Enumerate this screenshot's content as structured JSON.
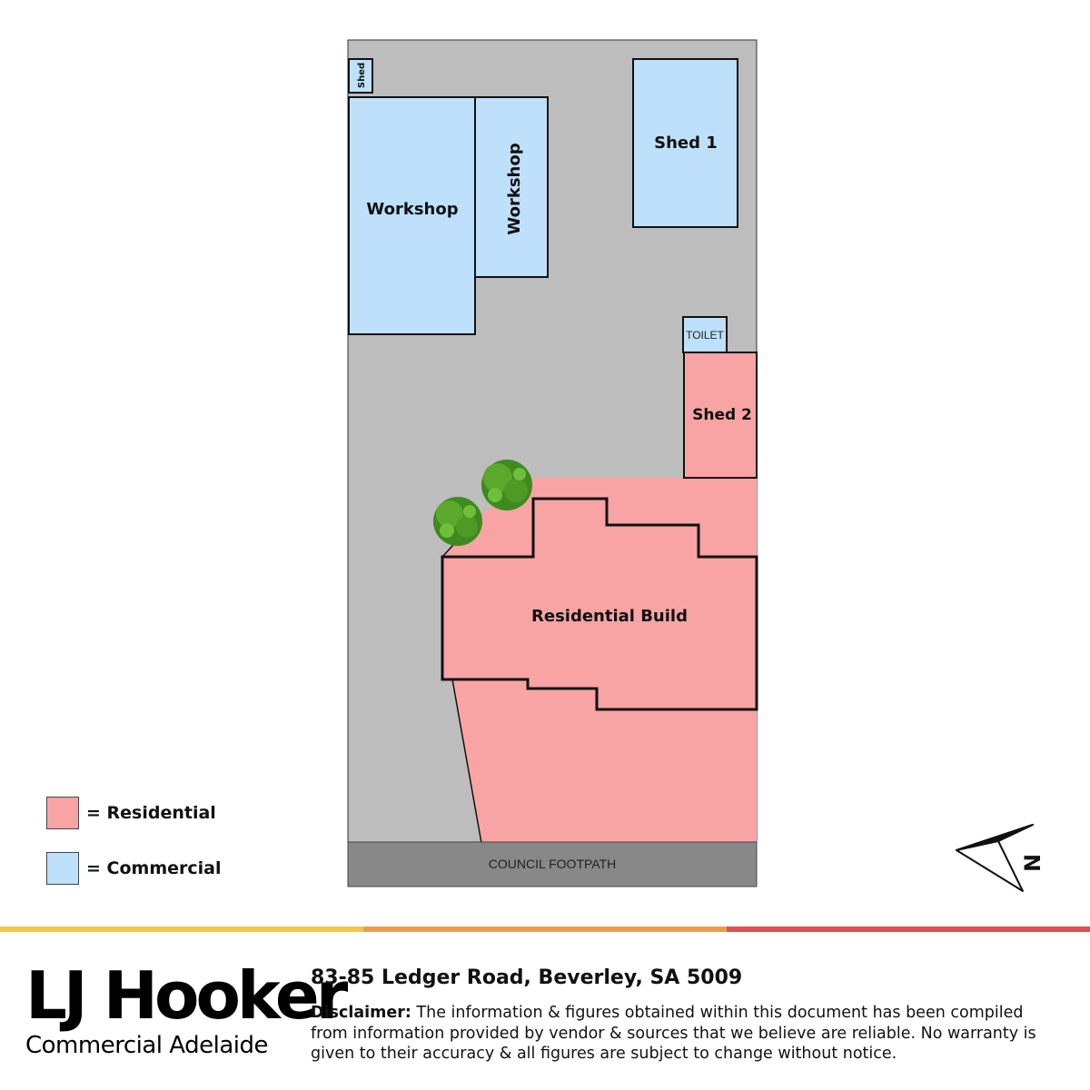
{
  "site_plan": {
    "labels": {
      "shed_small": "Shed",
      "workshop_1": "Workshop",
      "workshop_2": "Workshop",
      "shed_1": "Shed 1",
      "toilet": "TOILET",
      "shed_2": "Shed 2",
      "residential_build": "Residential Build",
      "council_footpath": "COUNCIL FOOTPATH"
    },
    "compass": {
      "letter": "N"
    },
    "colors": {
      "residential": "#f9a4a4",
      "commercial": "#bee0fb",
      "site_ground": "#bdbdbd",
      "footpath": "#888888",
      "outline": "#111111"
    }
  },
  "legend": {
    "residential": "= Residential",
    "commercial": "= Commercial"
  },
  "footer": {
    "stripe_colors": [
      "#f6c545",
      "#f29a45",
      "#e34e53"
    ],
    "brand_name": "LJ Hooker",
    "brand_sub": "Commercial Adelaide",
    "address": "83-85 Ledger Road, Beverley, SA 5009",
    "disclaimer_label": "Disclaimer:",
    "disclaimer_text": " The information & figures obtained within this document has been compiled from information provided by vendor & sources that we believe are reliable. No warranty is given to their accuracy & all figures are subject to change without notice."
  }
}
